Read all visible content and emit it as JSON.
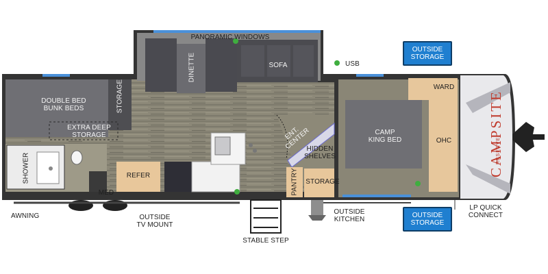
{
  "labels": {
    "panoramic_windows": "PANORAMIC WINDOWS",
    "usb": "USB",
    "sofa": "SOFA",
    "dinette": "DINETTE",
    "double_bed_bunk_beds": [
      "DOUBLE BED",
      "BUNK BEDS"
    ],
    "storage_bunk": "STORAGE",
    "extra_deep_storage": [
      "EXTRA DEEP",
      "STORAGE"
    ],
    "shower": "SHOWER",
    "med": "MED",
    "refer": "REFER",
    "ent_center": [
      "ENT.",
      "CENTER"
    ],
    "hidden_shelves": [
      "HIDDEN",
      "SHELVES"
    ],
    "pantry": "PANTRY",
    "storage_kitchen": "STORAGE",
    "camp_king_bed": [
      "CAMP",
      "KING BED"
    ],
    "ward": "WARD",
    "ohc": "OHC",
    "awning": "AWNING",
    "outside_tv_mount": [
      "OUTSIDE",
      "TV MOUNT"
    ],
    "stable_step": "STABLE STEP",
    "outside_kitchen": [
      "OUTSIDE",
      "KITCHEN"
    ],
    "lp_quick_connect": [
      "LP QUICK",
      "CONNECT"
    ]
  },
  "badges": {
    "outside_storage_top": [
      "OUTSIDE",
      "STORAGE"
    ],
    "outside_storage_bottom": [
      "OUTSIDE",
      "STORAGE"
    ]
  },
  "brand": {
    "logo_text": "CAMPSITE",
    "logo_sub": "RESERVE"
  },
  "colors": {
    "floor": "#8a8676",
    "wall": "#2e2e2e",
    "cushion": "#4b4b50",
    "bed": "#707074",
    "cabinet": "#e7c79c",
    "badge": "#1f7fd0",
    "badge_border": "#0e3d66",
    "window": "#4a90d9",
    "outlet_dot": "#3fae3f",
    "brand_red": "#c0392b"
  }
}
